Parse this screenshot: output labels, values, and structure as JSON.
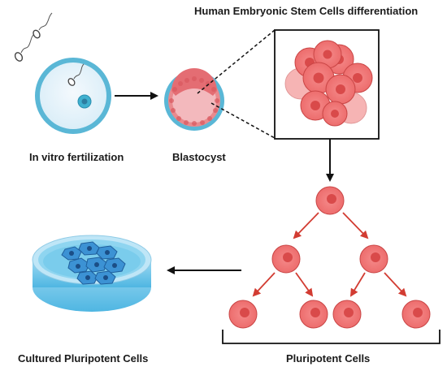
{
  "labels": {
    "title": "Human Embryonic Stem Cells differentiation",
    "ivf": "In vitro fertilization",
    "blastocyst": "Blastocyst",
    "cultured": "Cultured Pluripotent Cells",
    "pluripotent": "Pluripotent Cells"
  },
  "colors": {
    "cell_fill": "#f07878",
    "cell_stroke": "#c94545",
    "nucleus": "#d94a4a",
    "arrow_red": "#d23c32",
    "arrow_black": "#111111",
    "egg_ring": "#5ab7d6",
    "egg_inner": "#e9f4fb",
    "dish_blue": "#6cc7ea",
    "dish_cells": "#3c92d4"
  }
}
